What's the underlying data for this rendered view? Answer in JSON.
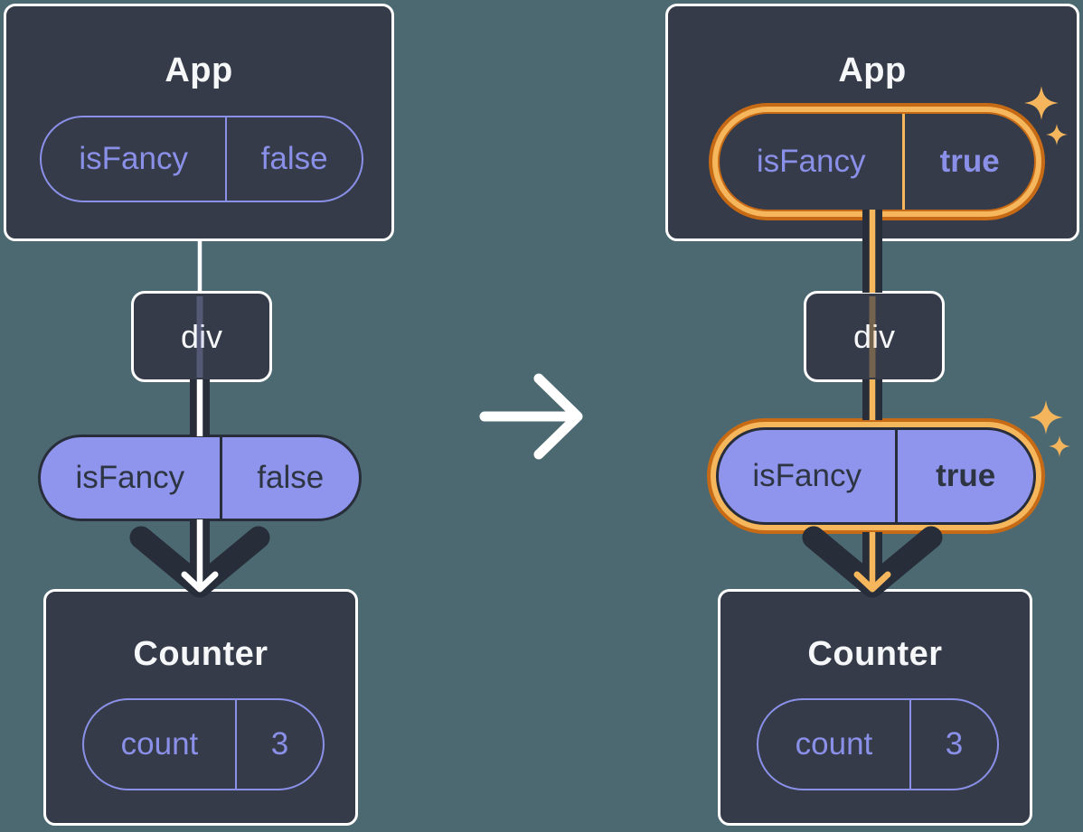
{
  "colors": {
    "background": "#4C6972",
    "node_fill": "#353B48",
    "node_border": "#FFFFFF",
    "title_text": "#F6F7F9",
    "purple": "#8A90E8",
    "purple_fill": "#8F94EC",
    "pill_dark_text": "#2E3542",
    "dark_arrow": "#272D39",
    "highlight_orange": "#C76A15",
    "highlight_orange_light": "#F6B75C",
    "sparkle": "#F5B55C",
    "white": "#FFFFFF"
  },
  "before": {
    "app_title": "App",
    "app_prop": {
      "name": "isFancy",
      "value": "false"
    },
    "div_label": "div",
    "passed_prop": {
      "name": "isFancy",
      "value": "false"
    },
    "counter_title": "Counter",
    "counter_state": {
      "name": "count",
      "value": "3"
    }
  },
  "after": {
    "app_title": "App",
    "app_prop": {
      "name": "isFancy",
      "value": "true"
    },
    "div_label": "div",
    "passed_prop": {
      "name": "isFancy",
      "value": "true"
    },
    "counter_title": "Counter",
    "counter_state": {
      "name": "count",
      "value": "3"
    }
  }
}
